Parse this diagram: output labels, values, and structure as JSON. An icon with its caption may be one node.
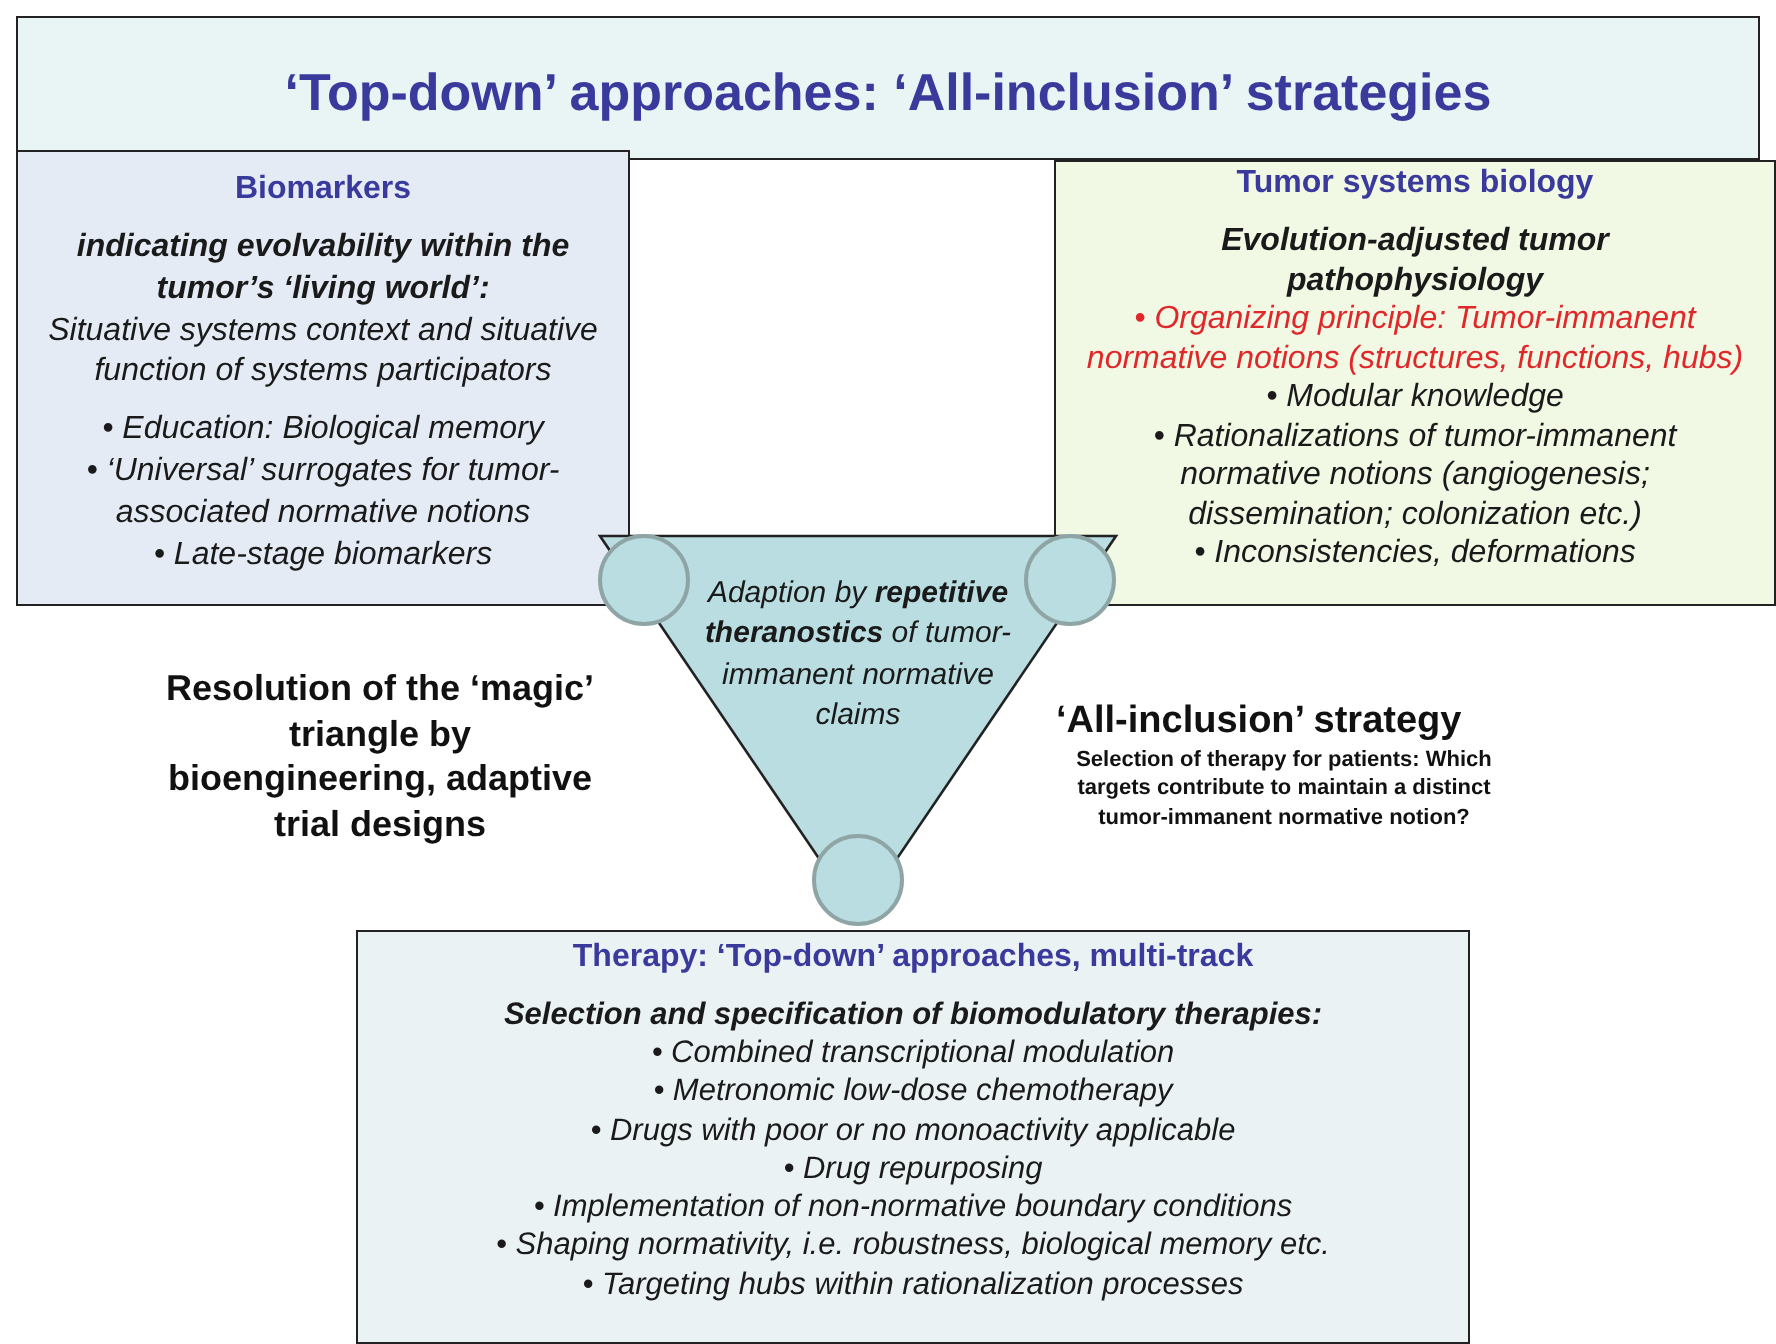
{
  "diagram": {
    "nodes": [
      {
        "text": [
          "‘Top-down’ approaches: ‘All-inclusion’ strategies"
        ]
      },
      {
        "text": [
          "Biomarkers",
          "indicating evolvability within the tumor’s ‘living world’:",
          "Situative systems context and situative function of systems participators",
          "• Education: Biological memory",
          "• ‘Universal’ surrogates for tumor-associated normative notions",
          "• Late-stage biomarkers"
        ]
      },
      {
        "text": [
          "Tumor systems biology",
          "Evolution-adjusted tumor pathophysiology",
          "• Organizing principle: Tumor-immanent normative notions (structures, functions, hubs)",
          "• Modular knowledge",
          "• Rationalizations of tumor-immanent normative notions (angiogenesis; dissemination; colonization etc.)",
          "• Inconsistencies, deformations"
        ]
      },
      {
        "text": [
          "Adaption by **repetitive theranostics** of tumor-immanent normative claims"
        ]
      },
      {
        "text": [],
        "shape": "circle",
        "in": 3
      },
      {
        "text": [],
        "shape": "circle",
        "in": 3
      },
      {
        "text": [],
        "shape": "circle",
        "in": 3
      },
      {
        "text": [
          "Therapy: ‘Top-down’ approaches, multi-track",
          "Selection and specification of biomodulatory therapies:",
          "• Combined transcriptional modulation",
          "• Metronomic low-dose chemotherapy",
          "• Drugs with poor or no monoactivity applicable",
          "• Drug repurposing",
          "• Implementation of non-normative boundary conditions",
          "• Shaping normativity, i.e. robustness, biological memory etc.",
          "• Targeting hubs within rationalization processes"
        ]
      }
    ],
    "labels": [
      "Resolution of the ‘magic’ triangle by bioengineering, adaptive trial designs",
      "‘All-inclusion’ strategy",
      "Selection of therapy for patients: Which targets contribute to maintain a distinct tumor-immanent normative notion?"
    ]
  }
}
